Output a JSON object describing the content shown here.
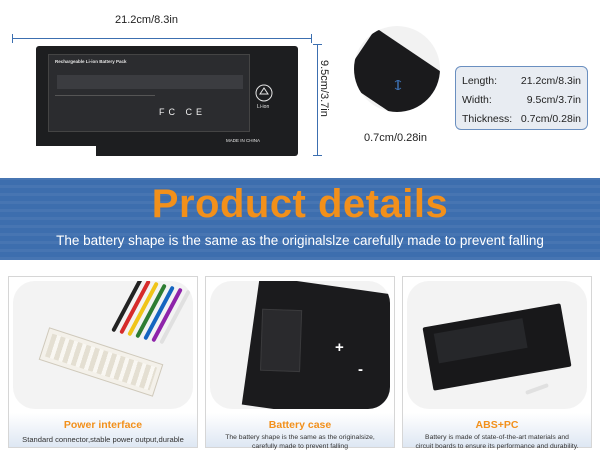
{
  "top": {
    "width_label": "21.2cm/8.3in",
    "height_label": "9.5cm/3.7in",
    "thickness_label": "0.7cm/0.28in",
    "battery_label": {
      "line1": "Rechargeable Li-ion Battery Pack",
      "line2": "Li-ion",
      "line3": "MADE IN CHINA",
      "icons": "FC CE"
    },
    "specs": [
      {
        "key": "Length:",
        "value": "21.2cm/8.3in"
      },
      {
        "key": "Width:",
        "value": "9.5cm/3.7in"
      },
      {
        "key": "Thickness:",
        "value": "0.7cm/0.28in"
      }
    ]
  },
  "banner": {
    "title": "Product details",
    "subtitle": "The battery shape is the same as the originalslze carefully made to prevent falling"
  },
  "cards": [
    {
      "title": "Power interface",
      "desc_lines": [
        "Standard connector,stable power output,durable"
      ]
    },
    {
      "title": "Battery case",
      "desc_lines": [
        "The battery shape is the same as the originalsize,",
        "carefully made to prevent falling"
      ],
      "plus": "+",
      "minus": "-"
    },
    {
      "title": "ABS+PC",
      "desc_lines": [
        "Battery is made of state-of-the-art materials and",
        "circuit boards to ensure its performance and durability."
      ]
    }
  ],
  "colors": {
    "accent_orange": "#f2901b",
    "banner_blue": "#3d6eae",
    "dimension_blue": "#3c6fb0"
  }
}
